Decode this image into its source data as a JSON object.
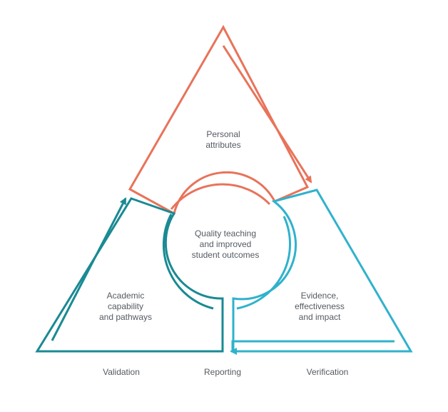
{
  "sections": {
    "top": {
      "lines": [
        "Personal",
        "attributes"
      ],
      "color": "#e8735a"
    },
    "left": {
      "lines": [
        "Academic",
        "capability",
        "and pathways"
      ],
      "color": "#1a8a93"
    },
    "right": {
      "lines": [
        "Evidence,",
        "effectiveness",
        "and impact"
      ],
      "color": "#2fb2cc"
    }
  },
  "center": {
    "lines": [
      "Quality teaching",
      "and improved",
      "student outcomes"
    ]
  },
  "footer": {
    "validation": "Validation",
    "reporting": "Reporting",
    "verification": "Verification"
  },
  "colors": {
    "text": "#555b61",
    "background": "#ffffff"
  }
}
